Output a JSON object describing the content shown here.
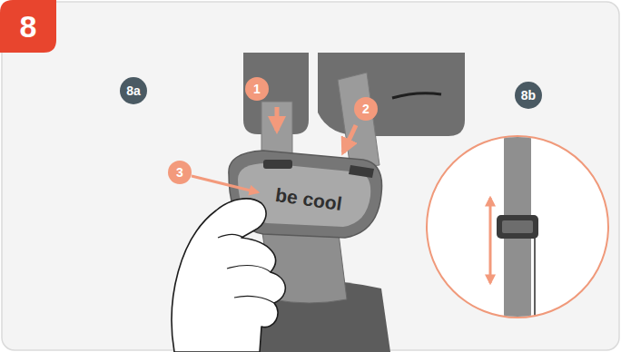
{
  "diagram": {
    "nodes": [
      {
        "text": [
          "8"
        ]
      },
      {
        "text": [
          "8a"
        ]
      },
      {
        "text": [
          "1"
        ]
      },
      {
        "text": [
          "2"
        ]
      },
      {
        "text": [
          "3"
        ]
      },
      {
        "text": [
          "8b"
        ]
      }
    ],
    "labels": [
      "be cool"
    ]
  }
}
